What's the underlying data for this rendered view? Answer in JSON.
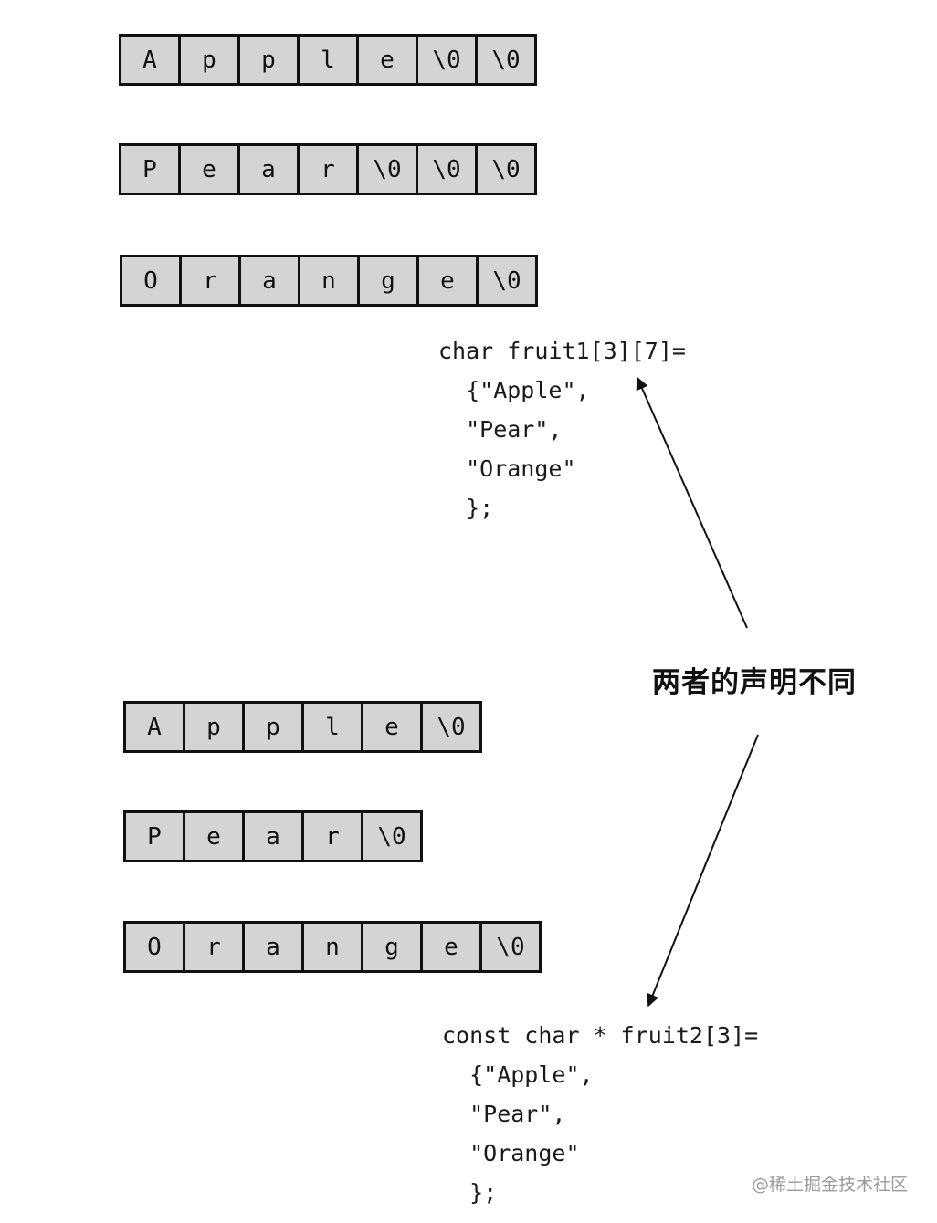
{
  "top_arrays": [
    [
      "A",
      "p",
      "p",
      "l",
      "e",
      "\\0",
      "\\0"
    ],
    [
      "P",
      "e",
      "a",
      "r",
      "\\0",
      "\\0",
      "\\0"
    ],
    [
      "O",
      "r",
      "a",
      "n",
      "g",
      "e",
      "\\0"
    ]
  ],
  "bottom_arrays": [
    [
      "A",
      "p",
      "p",
      "l",
      "e",
      "\\0"
    ],
    [
      "P",
      "e",
      "a",
      "r",
      "\\0"
    ],
    [
      "O",
      "r",
      "a",
      "n",
      "g",
      "e",
      "\\0"
    ]
  ],
  "code1": [
    "char fruit1[3][7]=",
    "  {\"Apple\",",
    "  \"Pear\",",
    "  \"Orange\"",
    "  };"
  ],
  "code2": [
    "const char * fruit2[3]=",
    "  {\"Apple\",",
    "  \"Pear\",",
    "  \"Orange\"",
    "  };"
  ],
  "label": "两者的声明不同",
  "watermark": "@稀土掘金技术社区"
}
